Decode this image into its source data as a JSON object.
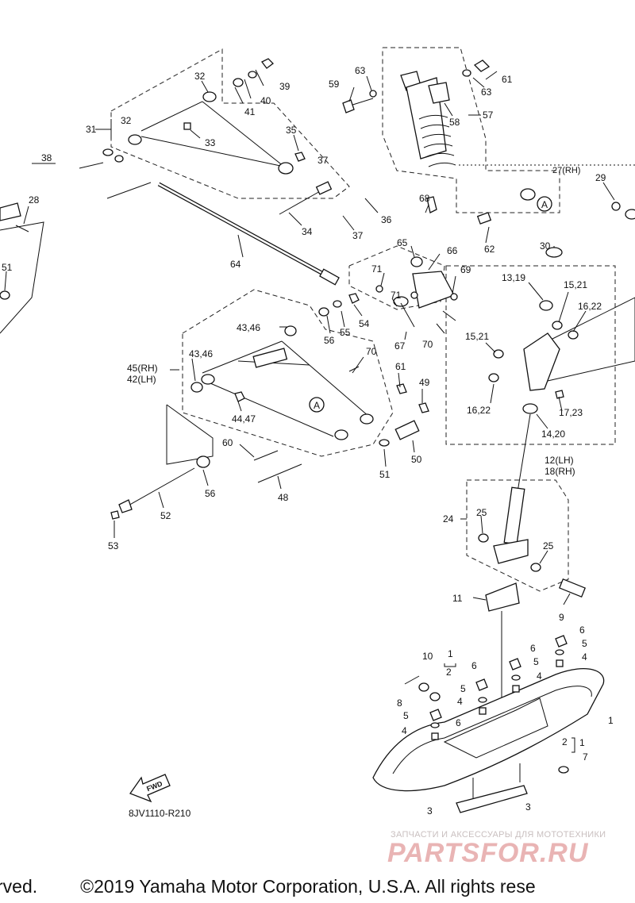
{
  "diagram": {
    "code": "8JV1110-R210",
    "fwd_label": "FWD",
    "callout_circle": "A",
    "labels": {
      "p1a": "1",
      "p1b": "1",
      "p1c": "1",
      "p2a": "2",
      "p2b": "2",
      "p3a": "3",
      "p3b": "3",
      "p4a": "4",
      "p4b": "4",
      "p4c": "4",
      "p4d": "4",
      "p5a": "5",
      "p5b": "5",
      "p5c": "5",
      "p5d": "5",
      "p6a": "6",
      "p6b": "6",
      "p6c": "6",
      "p6d": "6",
      "p7": "7",
      "p8": "8",
      "p9": "9",
      "p10": "10",
      "p11": "11",
      "p12": "12(LH)",
      "p18": "18(RH)",
      "p1319": "13,19",
      "p1420": "14,20",
      "p1521a": "15,21",
      "p1521b": "15,21",
      "p1622a": "16,22",
      "p1622b": "16,22",
      "p1723": "17,23",
      "p24": "24",
      "p25a": "25",
      "p25b": "25",
      "p27": "27(RH)",
      "p28": "28",
      "p29": "29",
      "p30": "30",
      "p31": "31",
      "p32a": "32",
      "p32b": "32",
      "p33": "33",
      "p34": "34",
      "p35": "35",
      "p36": "36",
      "p37a": "37",
      "p37b": "37",
      "p38": "38",
      "p39": "39",
      "p40": "40",
      "p41": "41",
      "p4346a": "43,46",
      "p4346b": "43,46",
      "p4447": "44,47",
      "p45": "45(RH)",
      "p42": "42(LH)",
      "p48": "48",
      "p49": "49",
      "p50": "50",
      "p51a": "51",
      "p51b": "51",
      "p52": "52",
      "p53": "53",
      "p54": "54",
      "p55": "55",
      "p56a": "56",
      "p56b": "56",
      "p57": "57",
      "p58": "58",
      "p59": "59",
      "p60": "60",
      "p61a": "61",
      "p61b": "61",
      "p62": "62",
      "p63a": "63",
      "p63b": "63",
      "p64": "64",
      "p65": "65",
      "p66": "66",
      "p67": "67",
      "p68": "68",
      "p69": "69",
      "p70a": "70",
      "p70b": "70",
      "p71a": "71",
      "p71b": "71"
    }
  },
  "watermark": {
    "tagline": "ЗАПЧАСТИ И АКСЕССУАРЫ ДЛЯ МОТОТЕХНИКИ",
    "logo": "PARTSFOR.RU"
  },
  "footer": {
    "left": "rved.",
    "copyright": "©2019 Yamaha Motor Corporation, U.S.A. All rights rese"
  }
}
